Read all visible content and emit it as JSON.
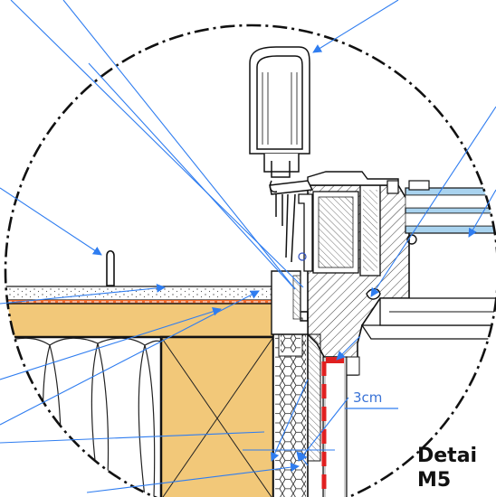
{
  "detail": {
    "title_line1": "Detai",
    "title_line2": "M5"
  },
  "annotations": {
    "gap_dimension": "3cm"
  },
  "colors": {
    "leader": "#2f7df0",
    "insulation": "#f2c879",
    "membrane": "#f06a2a",
    "dashed_red": "#e02020",
    "glass": "#a9d3ef",
    "hatch": "#222222"
  }
}
